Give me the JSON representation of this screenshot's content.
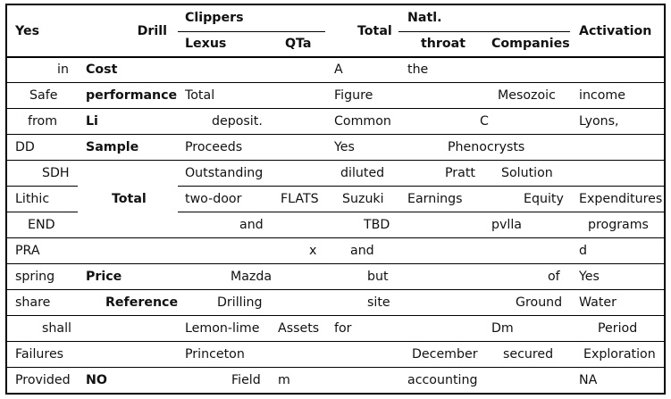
{
  "header": {
    "col1": "Yes",
    "col2": "Drill",
    "group1": "Clippers",
    "group1_sub1": "Lexus",
    "group1_sub2": "QTa",
    "col5": "Total",
    "group2": "Natl.",
    "group2_sub1": "throat",
    "group2_sub2": "Companies",
    "col8": "Activation"
  },
  "rows": [
    [
      "in",
      "Cost",
      "",
      "",
      "A",
      "the",
      "",
      ""
    ],
    [
      "Safe",
      "performance",
      "Total",
      "",
      "Figure",
      "",
      "Mesozoic",
      "income"
    ],
    [
      "from",
      "Li",
      "deposit.",
      "",
      "Common",
      "C",
      "",
      "Lyons,"
    ],
    [
      "DD",
      "Sample",
      "Proceeds",
      "",
      "Yes",
      "Phenocrysts",
      "",
      ""
    ],
    [
      "SDH",
      "",
      "Outstanding",
      "",
      "diluted",
      "Pratt",
      "Solution",
      ""
    ],
    [
      "Lithic",
      "Total",
      "two-door",
      "FLATS",
      "Suzuki",
      "Earnings",
      "Equity",
      "Expenditures"
    ],
    [
      "END",
      "",
      "and",
      "",
      "TBD",
      "pvlla",
      "",
      "programs"
    ],
    [
      "PRA",
      "",
      "",
      "x",
      "and",
      "",
      "",
      "d"
    ],
    [
      "spring",
      "Price",
      "Mazda",
      "",
      "but",
      "",
      "of",
      "Yes"
    ],
    [
      "share",
      "Reference",
      "Drilling",
      "",
      "site",
      "",
      "Ground",
      "Water"
    ],
    [
      "shall",
      "",
      "Lemon-lime",
      "Assets",
      "for",
      "",
      "Dm",
      "Period"
    ],
    [
      "Failures",
      "",
      "Princeton",
      "",
      "",
      "December",
      "secured",
      "Exploration"
    ],
    [
      "Provided",
      "NO",
      "Field",
      "m",
      "",
      "accounting",
      "",
      "NA"
    ]
  ]
}
